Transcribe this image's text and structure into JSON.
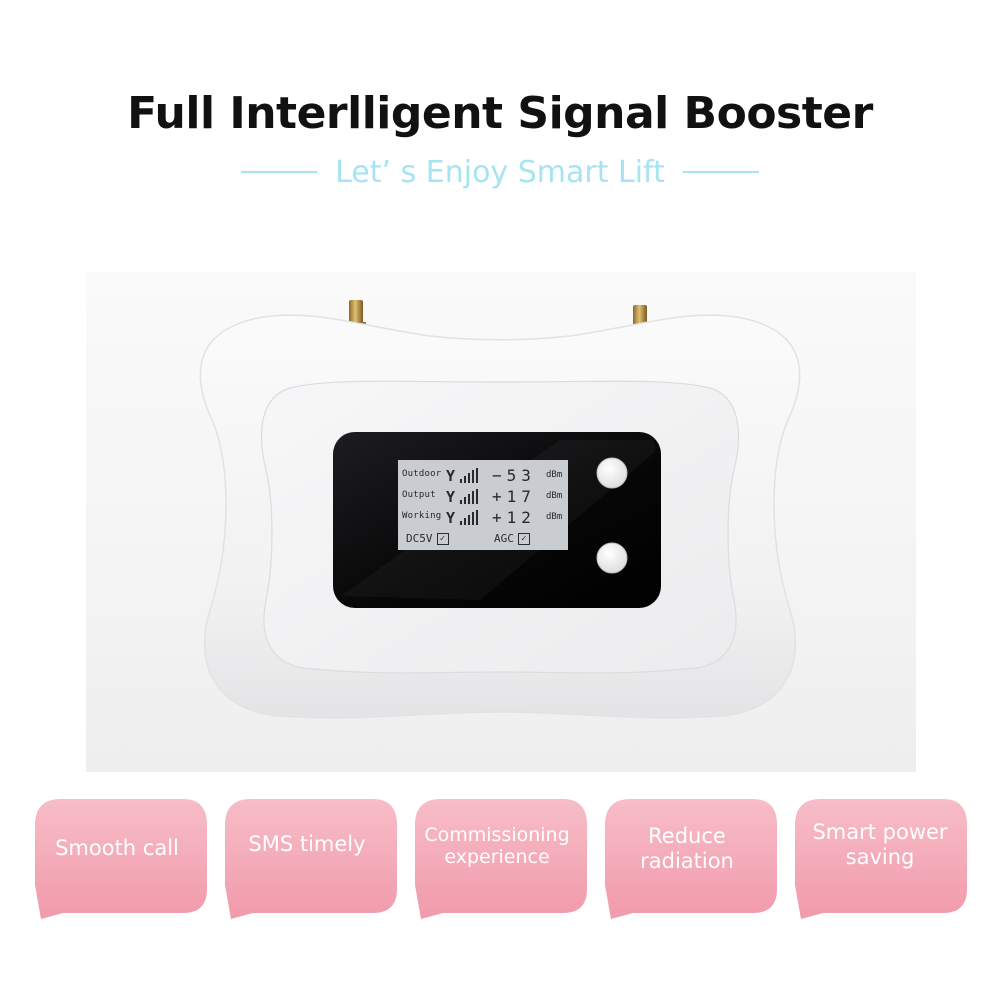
{
  "header": {
    "title": "Full Interlligent Signal Booster",
    "subtitle": "Let’ s Enjoy Smart Lift"
  },
  "display": {
    "rows": [
      {
        "label": "Outdoor",
        "value": "−53",
        "unit": "dBm"
      },
      {
        "label": "Output",
        "value": "+17",
        "unit": "dBm"
      },
      {
        "label": "Working",
        "value": "+12",
        "unit": "dBm"
      }
    ],
    "status": [
      {
        "label": "DC5V"
      },
      {
        "label": "AGC"
      }
    ]
  },
  "features": [
    {
      "text": "Smooth call"
    },
    {
      "text": "SMS timely"
    },
    {
      "text": "Commissioning experience"
    },
    {
      "text": "Reduce radiation"
    },
    {
      "text": "Smart power saving"
    }
  ],
  "colors": {
    "accent": "#a6e4f2",
    "bubble": "#f3a6b4",
    "bubble_light": "#f7bdc8",
    "title": "#111111",
    "device_shell": "#f6f6f7",
    "screen": "#0b0b0c",
    "lcd": "#c9cdd2"
  },
  "icons": [
    "antenna-icon",
    "signal-bars-icon",
    "checkbox-icon",
    "button-icon"
  ]
}
